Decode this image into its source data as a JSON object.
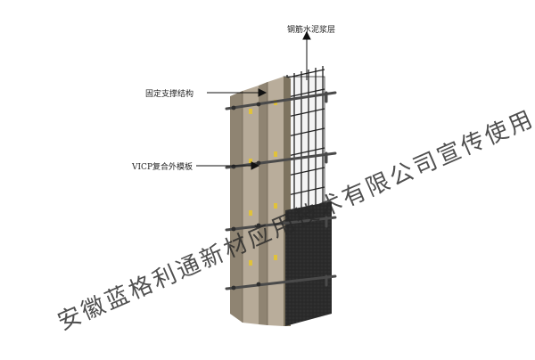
{
  "labels": {
    "top": "钢筋水泥浆层",
    "fixed_support": "固定支撑结构",
    "vicp_formwork": "VICP复合外模板"
  },
  "watermark": "安徽蓝格利通新材应用技术有限公司宣传使用",
  "colors": {
    "panel": "#b6aa98",
    "panel_dark": "#8f8472",
    "concrete": "#2b2b2b",
    "rebar": "#222222",
    "bracket": "#4a4a4a",
    "marker": "#e0c23a",
    "background": "#ffffff"
  }
}
